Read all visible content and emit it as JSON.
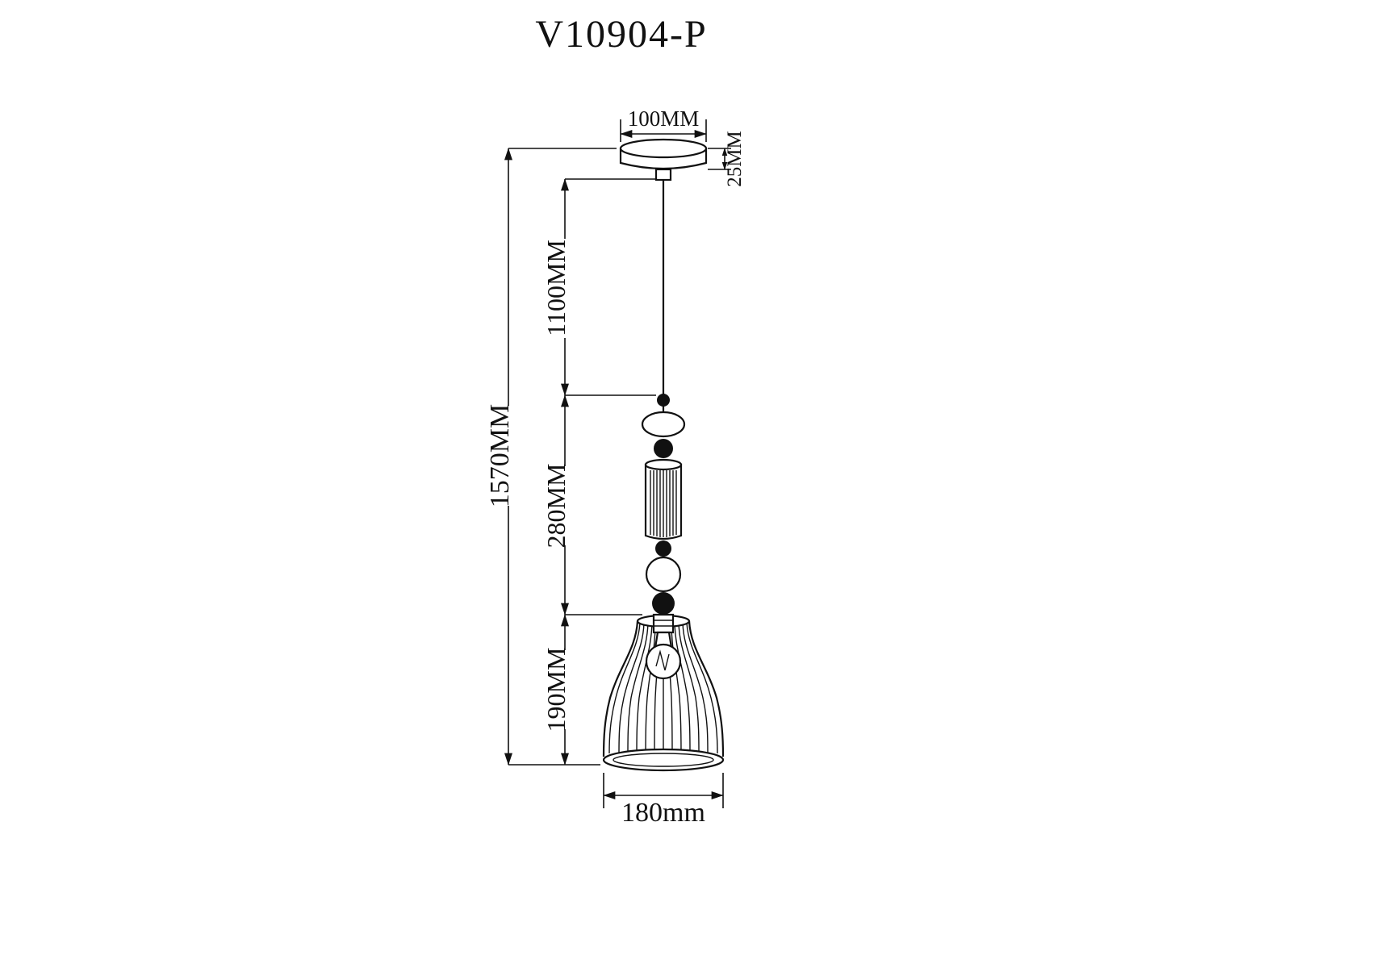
{
  "title": "V10904-P",
  "dimensions": {
    "canopy_width": "100MM",
    "canopy_height": "25MM",
    "cord_drop": "1100MM",
    "total_height": "1570MM",
    "stack_height": "280MM",
    "shade_height": "190MM",
    "shade_diameter": "180mm"
  }
}
